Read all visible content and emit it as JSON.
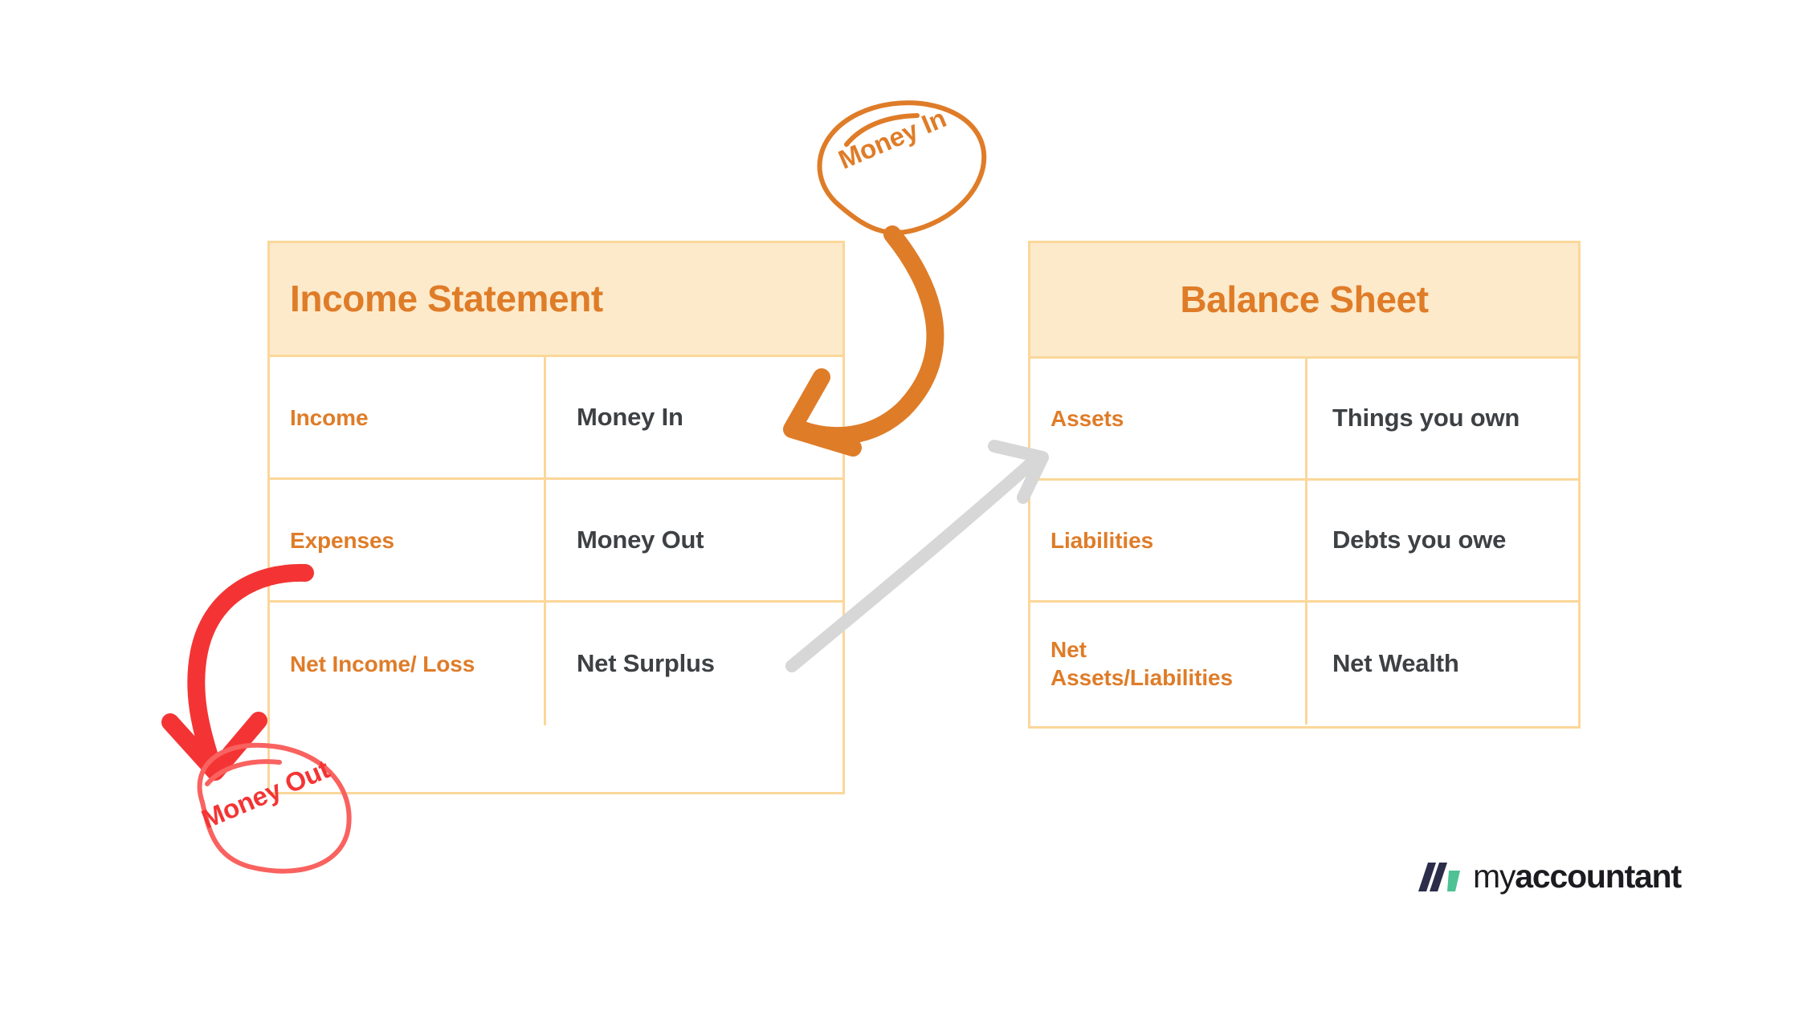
{
  "page": {
    "background": "#FFFFFF",
    "accent_orange": "#DF7C28",
    "accent_red": "#F43434",
    "header_fill": "#FDEACB",
    "border_color": "#FBD79A",
    "value_text_color": "#3E4144",
    "arrow_gray": "#D7D7D7"
  },
  "income_statement": {
    "title": "Income Statement",
    "rows": [
      {
        "label": "Income",
        "value": "Money In"
      },
      {
        "label": "Expenses",
        "value": "Money Out"
      },
      {
        "label": "Net Income/ Loss",
        "value": "Net Surplus"
      }
    ]
  },
  "balance_sheet": {
    "title": "Balance Sheet",
    "rows": [
      {
        "label": "Assets",
        "value": "Things you own"
      },
      {
        "label": "Liabilities",
        "value": "Debts you owe"
      },
      {
        "label": "Net Assets/Liabilities",
        "value": "Net Wealth"
      }
    ]
  },
  "annotations": {
    "money_in": {
      "label": "Money In",
      "color": "#DF7C28",
      "shape": "hand-drawn-ellipse-with-curved-arrow"
    },
    "money_out": {
      "label": "Money Out",
      "color": "#F43434",
      "shape": "hand-drawn-ellipse-with-curved-arrow"
    },
    "link_arrow": {
      "color": "#D7D7D7",
      "from": "Net Surplus",
      "to": "Assets",
      "shape": "curved-arrow"
    }
  },
  "brand": {
    "name_light": "my",
    "name_bold": "accountant",
    "mark_colors": [
      "#2B2D4A",
      "#2B2D4A",
      "#4FC295"
    ]
  }
}
